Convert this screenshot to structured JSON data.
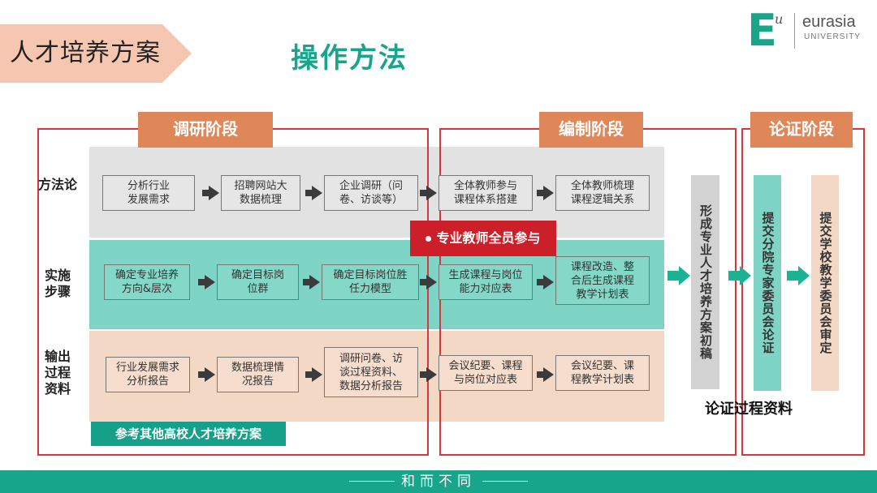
{
  "header": {
    "section_tag": "人才培养方案",
    "heading": "操作方法",
    "logo": {
      "mark": "E",
      "mark_sup": "u",
      "name": "eurasia",
      "sub": "UNIVERSITY"
    }
  },
  "phases": {
    "research": "调研阶段",
    "compile": "编制阶段",
    "demonstrate": "论证阶段"
  },
  "rows": {
    "methodology": "方法论",
    "steps": "实施\n步骤",
    "outputs": "输出\n过程\n资料"
  },
  "boxes": {
    "methodology": [
      "分析行业\n发展需求",
      "招聘网站大\n数据梳理",
      "企业调研（问\n卷、访谈等）",
      "全体教师参与\n课程体系搭建",
      "全体教师梳理\n课程逻辑关系"
    ],
    "steps": [
      "确定专业培养\n方向&层次",
      "确定目标岗\n位群",
      "确定目标岗位胜\n任力模型",
      "生成课程与岗位\n能力对应表",
      "课程改造、整\n合后生成课程\n教学计划表"
    ],
    "outputs": [
      "行业发展需求\n分析报告",
      "数据梳理情\n况报告",
      "调研问卷、访\n谈过程资料、\n数据分析报告",
      "会议纪要、课程\n与岗位对应表",
      "会议纪要、课\n程教学计划表"
    ]
  },
  "banner": "专业教师全员参与",
  "vertical": {
    "draft": "形成专业人才培养方案初稿",
    "college_review": "提交分院专家委员会论证",
    "school_review": "提交学校教学委员会审定"
  },
  "reference": "参考其他高校人才培养方案",
  "proof_materials": "论证过程资料",
  "footer": "和而不同",
  "colors": {
    "accent_green": "#17a68c",
    "phase_orange": "#e0875a",
    "frame_red": "#d6363d",
    "banner_red": "#cc1f2a",
    "teal_band": "#7fd5c5",
    "peach_band": "#f4d8c6",
    "gray_band": "#e2e2e2"
  },
  "icons": [
    "arrow-right-icon",
    "teal-arrow-right-icon",
    "pentagon-tag-icon"
  ]
}
